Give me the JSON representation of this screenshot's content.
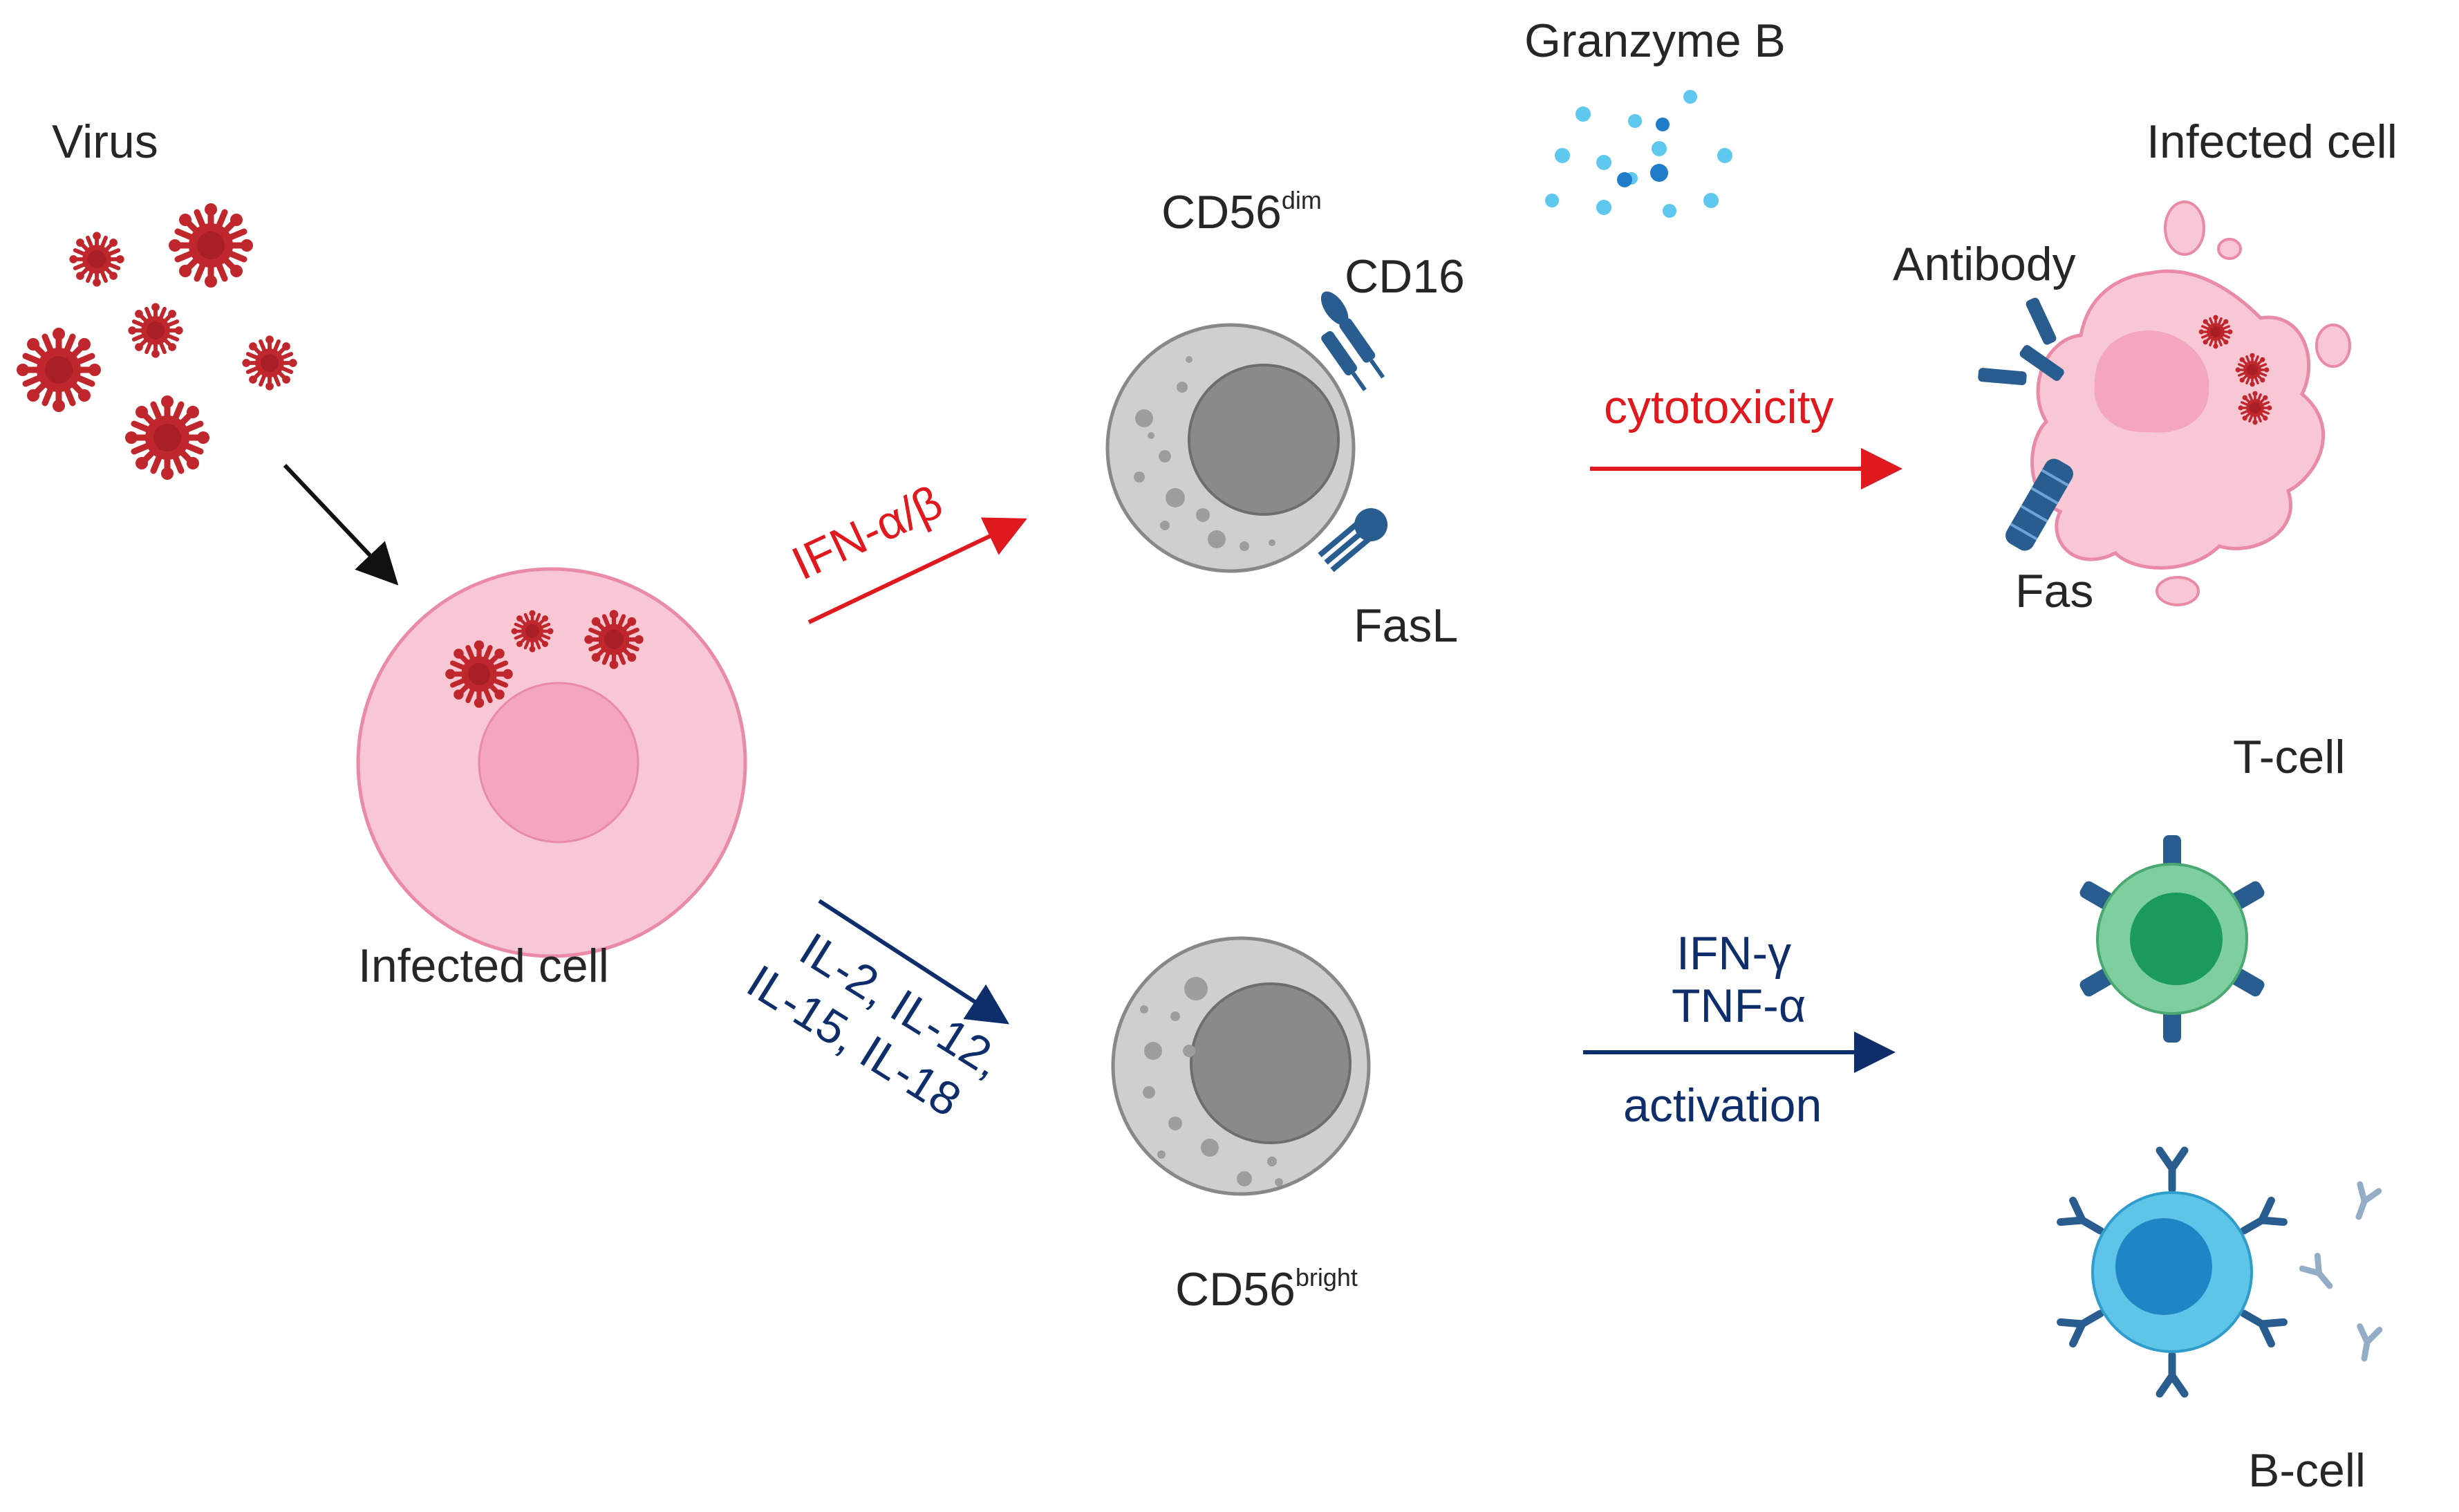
{
  "labels": {
    "virus": "Virus",
    "infected_cell_left": "Infected cell",
    "cd56_dim_main": "CD56",
    "cd56_dim_sup": "dim",
    "cd56_bright_main": "CD56",
    "cd56_bright_sup": "bright",
    "cd16": "CD16",
    "fasl": "FasL",
    "granzyme_b": "Granzyme B",
    "infected_cell_right": "Infected cell",
    "antibody": "Antibody",
    "fas": "Fas",
    "t_cell": "T-cell",
    "b_cell": "B-cell"
  },
  "arrows": {
    "ifn_ab": "IFN-α/β",
    "cytokines_line1": "IL-2, IL-12,",
    "cytokines_line2": "IL-15, IL-18",
    "cytotoxicity": "cytotoxicity",
    "ifn_gamma": "IFN-γ",
    "tnf_alpha": "TNF-α",
    "activation": "activation"
  },
  "colors": {
    "virus": "#c0272d",
    "infected_cell": "#f7c7d3",
    "infected_nucleus": "#f4a6bf",
    "nk_cell": "#cfcfcf",
    "nk_nucleus": "#8a8a8a",
    "receptor": "#2a5d8f",
    "granzyme": "#3bb4e0",
    "t_cell": "#7fcf9e",
    "t_nucleus": "#1a9b5a",
    "b_cell": "#5ec4e8",
    "b_nucleus": "#1f86c6",
    "red_arrow": "#e0191f",
    "blue_arrow": "#0d2e6b"
  }
}
